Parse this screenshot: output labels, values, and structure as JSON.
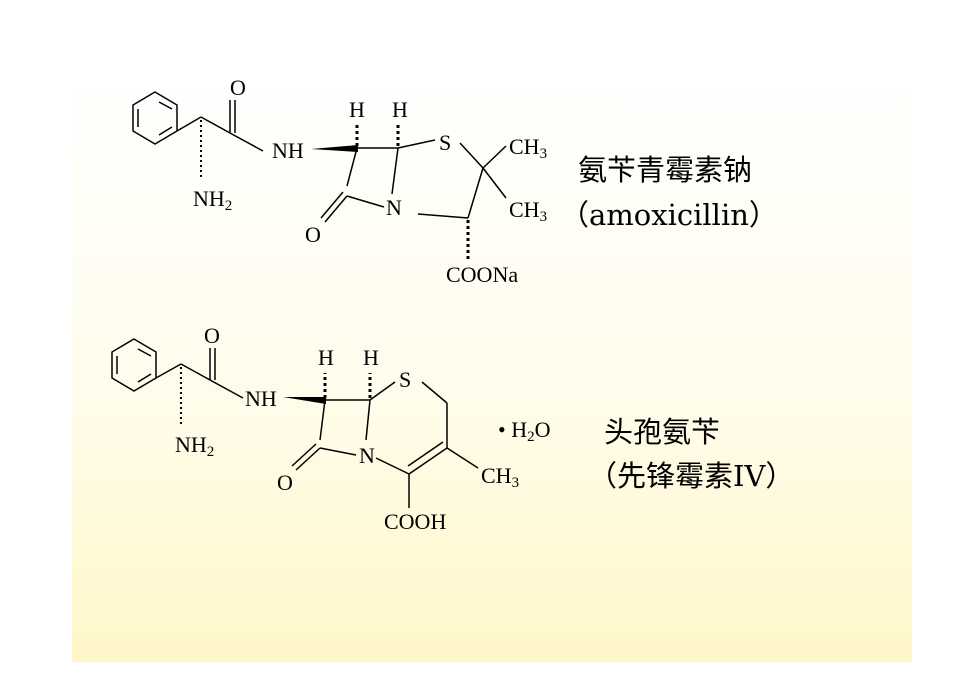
{
  "compound1": {
    "name_cn": "氨苄青霉素钠",
    "name_en": "（amoxicillin）",
    "atoms": {
      "carbonyl_o": "O",
      "nh": "NH",
      "nh2": "NH",
      "nh2_sub": "2",
      "h1": "H",
      "h2": "H",
      "s": "S",
      "ch3_top": "CH",
      "ch3_top_sub": "3",
      "ch3_bot": "CH",
      "ch3_bot_sub": "3",
      "n": "N",
      "lactam_o": "O",
      "coona": "COONa"
    }
  },
  "compound2": {
    "name_cn": "头孢氨苄",
    "name_en": "（先锋霉素IV）",
    "hydrate": "• H",
    "hydrate_sub": "2",
    "hydrate_tail": "O",
    "atoms": {
      "carbonyl_o": "O",
      "nh": "NH",
      "nh2": "NH",
      "nh2_sub": "2",
      "h1": "H",
      "h2": "H",
      "s": "S",
      "n": "N",
      "lactam_o": "O",
      "ch3": "CH",
      "ch3_sub": "3",
      "cooh": "COOH"
    }
  }
}
